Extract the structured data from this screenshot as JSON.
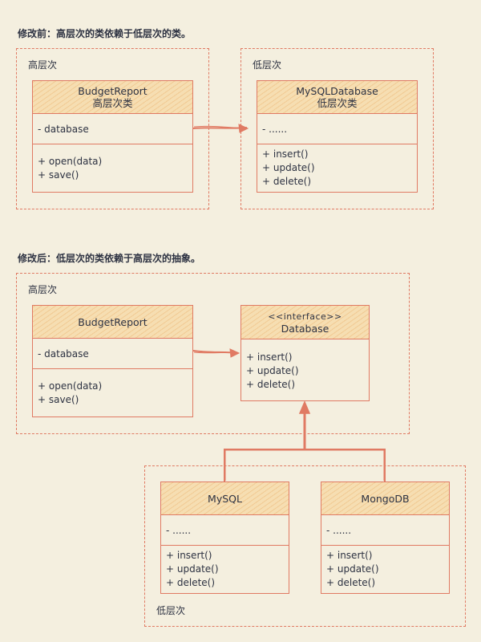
{
  "before": {
    "heading": "修改前：高层次的类依赖于低层次的类。",
    "high_label": "高层次",
    "low_label": "低层次",
    "budget_report": {
      "name": "BudgetReport",
      "subtitle": "高层次类",
      "attrs": [
        "- database"
      ],
      "methods": [
        "+ open(data)",
        "+ save()"
      ]
    },
    "mysql_database": {
      "name": "MySQLDatabase",
      "subtitle": "低层次类",
      "attrs": [
        "- ......"
      ],
      "methods": [
        "+ insert()",
        "+ update()",
        "+ delete()"
      ]
    }
  },
  "after": {
    "heading": "修改后：低层次的类依赖于高层次的抽象。",
    "high_label": "高层次",
    "low_label": "低层次",
    "budget_report": {
      "name": "BudgetReport",
      "attrs": [
        "- database"
      ],
      "methods": [
        "+ open(data)",
        "+ save()"
      ]
    },
    "database_interface": {
      "stereotype": "<<interface>>",
      "name": "Database",
      "methods": [
        "+ insert()",
        "+ update()",
        "+ delete()"
      ]
    },
    "mysql": {
      "name": "MySQL",
      "attrs": [
        "- ......"
      ],
      "methods": [
        "+ insert()",
        "+ update()",
        "+ delete()"
      ]
    },
    "mongodb": {
      "name": "MongoDB",
      "attrs": [
        "- ......"
      ],
      "methods": [
        "+ insert()",
        "+ update()",
        "+ delete()"
      ]
    }
  },
  "colors": {
    "background": "#f4efdf",
    "stroke": "#e07a63",
    "header_fill": "#f6deb2",
    "text": "#2d3242"
  }
}
